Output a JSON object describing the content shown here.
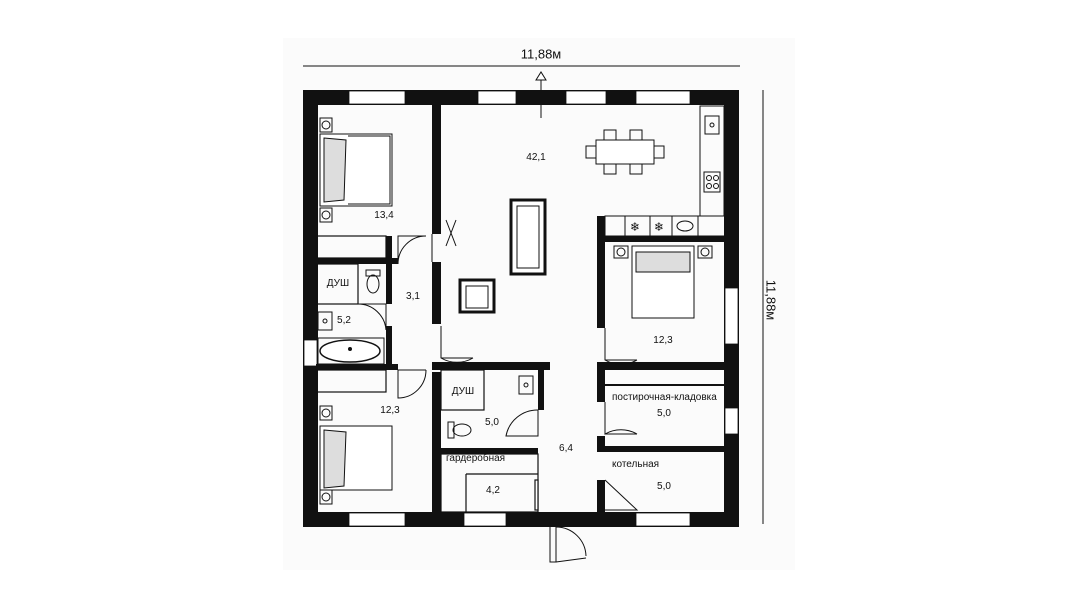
{
  "dimensions": {
    "width": "11,88м",
    "height": "11,88м"
  },
  "rooms": [
    {
      "id": "bedroom-top-left",
      "area": "13,4"
    },
    {
      "id": "living-kitchen",
      "area": "42,1"
    },
    {
      "id": "hall-small",
      "area": "3,1"
    },
    {
      "id": "bath-1",
      "name": "ДУШ",
      "area": "5,2"
    },
    {
      "id": "bedroom-right",
      "area": "12,3"
    },
    {
      "id": "bedroom-bottom-left",
      "area": "12,3"
    },
    {
      "id": "bath-2",
      "name": "ДУШ",
      "area": "5,0"
    },
    {
      "id": "corridor",
      "area": "6,4"
    },
    {
      "id": "laundry",
      "name": "постирочная-кладовка",
      "area": "5,0"
    },
    {
      "id": "wardrobe",
      "name": "гардеробная",
      "area": "4,2"
    },
    {
      "id": "boiler",
      "name": "котельная",
      "area": "5,0"
    }
  ]
}
